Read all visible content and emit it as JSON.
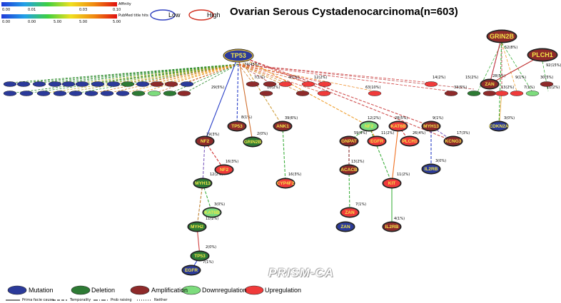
{
  "title": "Ovarian Serous Cystadenocarcinoma(n=603)",
  "watermark": "PRISM-CA",
  "scales": {
    "affinity": {
      "label": "Affinity",
      "ticks": [
        "0.00",
        "0.01",
        "0.03",
        "0.10"
      ]
    },
    "pubmed": {
      "label": "PubMed title hits",
      "ticks": [
        "0.00",
        "0.00",
        "5.00",
        "5.00",
        "5.00"
      ]
    }
  },
  "top_legend": {
    "low": "Low",
    "high": "High"
  },
  "node_legend": [
    "Mutation",
    "Deletion",
    "Amplification",
    "Downregulation",
    "Upregulation"
  ],
  "edge_legend": [
    "Prima facie cause",
    "Temporality",
    "Prob raising",
    "Neither"
  ],
  "colors": {
    "mutation": "#2b3a9a",
    "deletion": "#2d7a34",
    "amplification": "#8e2a2a",
    "downregulation": "#7ddc7d",
    "upregulation": "#f03a3a",
    "label": "#f3e64a",
    "low": "#3040c0",
    "high": "#d03020"
  },
  "nodes": [
    {
      "id": "TP53_root",
      "label": "TP53",
      "type": "mutation",
      "big": true
    },
    {
      "id": "GRIN2B_root",
      "label": "GRIN2B",
      "type": "amplification",
      "big": true
    },
    {
      "id": "PLCH1_root",
      "label": "PLCH1",
      "type": "amplification",
      "big": true
    },
    {
      "id": "NF2_a",
      "label": "NF2",
      "type": "amplification"
    },
    {
      "id": "TP53_b",
      "label": "TP53",
      "type": "amplification"
    },
    {
      "id": "NF2_c",
      "label": "NF2",
      "type": "upregulation"
    },
    {
      "id": "MYH13_a",
      "label": "MYH13",
      "type": "deletion"
    },
    {
      "id": "KAT6B_a",
      "label": "KAT6B",
      "type": "downregulation"
    },
    {
      "id": "MYH2",
      "label": "MYH2",
      "type": "deletion"
    },
    {
      "id": "TP53_c",
      "label": "TP53",
      "type": "deletion"
    },
    {
      "id": "EGFR_a",
      "label": "EGFR",
      "type": "mutation"
    },
    {
      "id": "GRIN2B_b",
      "label": "GRIN2B",
      "type": "deletion"
    },
    {
      "id": "ANK1",
      "label": "ANK1",
      "type": "amplification"
    },
    {
      "id": "CYP4F2",
      "label": "CYP4F2",
      "type": "upregulation"
    },
    {
      "id": "NF2_d",
      "label": "NF2",
      "type": "downregulation"
    },
    {
      "id": "KAT6B_b",
      "label": "KAT6B",
      "type": "upregulation"
    },
    {
      "id": "GNPAT",
      "label": "GNPAT",
      "type": "amplification"
    },
    {
      "id": "EGFR_b",
      "label": "EGFR",
      "type": "upregulation"
    },
    {
      "id": "PLCH1_b",
      "label": "PLCH1",
      "type": "upregulation"
    },
    {
      "id": "ACACB",
      "label": "ACACB",
      "type": "amplification"
    },
    {
      "id": "KIT",
      "label": "KIT",
      "type": "upregulation"
    },
    {
      "id": "ZAN_a",
      "label": "ZAN",
      "type": "upregulation"
    },
    {
      "id": "ZAN_b",
      "label": "ZAN",
      "type": "mutation"
    },
    {
      "id": "IL2RB_a",
      "label": "IL2RB",
      "type": "amplification"
    },
    {
      "id": "MYH13_b",
      "label": "MYH13",
      "type": "amplification"
    },
    {
      "id": "KCNG3",
      "label": "KCNG3",
      "type": "amplification"
    },
    {
      "id": "IL2RB_b",
      "label": "IL2RB",
      "type": "mutation"
    },
    {
      "id": "ZAN_c",
      "label": "ZAN",
      "type": "amplification"
    },
    {
      "id": "CDKN2A",
      "label": "CDKN2A",
      "type": "mutation"
    }
  ],
  "edge_labels": [
    "74(45%)",
    "29(5%)",
    "19(3%)",
    "16(3%)",
    "8(1%)",
    "12(2%)",
    "3(0%)",
    "11(2%)",
    "2(0%)",
    "7(1%)",
    "7(1%)",
    "2(0%)",
    "10(2%)",
    "39(6%)",
    "16(3%)",
    "63(10%)",
    "12(2%)",
    "59(9%)",
    "11(2%)",
    "28(5%)",
    "26(4%)",
    "13(2%)",
    "7(1%)",
    "4(1%)",
    "11(2%)",
    "4(1%)",
    "14(2%)",
    "9(1%)",
    "3(0%)",
    "33(5%)",
    "17(3%)",
    "15(2%)",
    "12(2%)",
    "52(8%)",
    "28(5%)",
    "9(1%)",
    "13(2%)",
    "7(1%)",
    "3(0%)",
    "92(15%)",
    "30(5%)",
    "11(2%)"
  ]
}
